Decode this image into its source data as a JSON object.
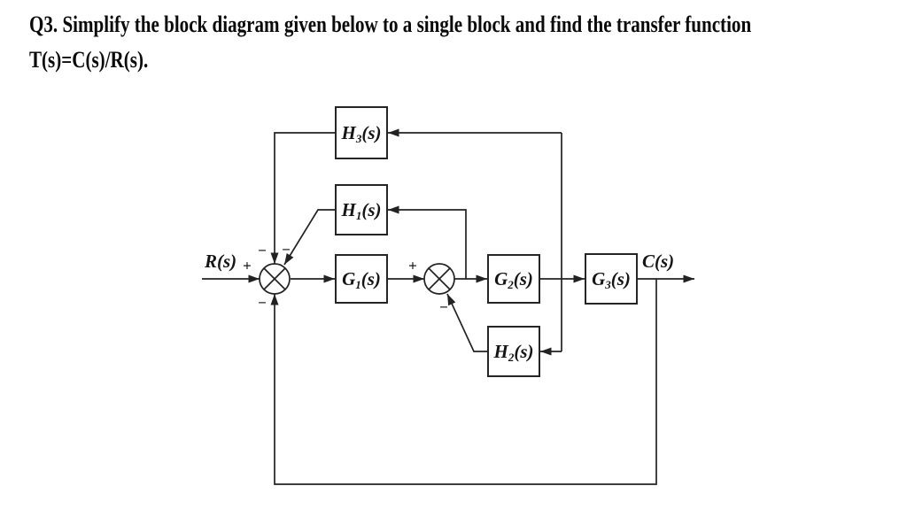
{
  "title": {
    "line1": "Q3. Simplify the block diagram given below to a single block and find the transfer function",
    "line2": "T(s)=C(s)/R(s)."
  },
  "diagram": {
    "input_label": "R(s)",
    "output_label": "C(s)",
    "blocks": {
      "h3": {
        "base": "H",
        "sub": "3",
        "suffix": "(s)"
      },
      "h1": {
        "base": "H",
        "sub": "1",
        "suffix": "(s)"
      },
      "g1": {
        "base": "G",
        "sub": "1",
        "suffix": "(s)"
      },
      "g2": {
        "base": "G",
        "sub": "2",
        "suffix": "(s)"
      },
      "g3": {
        "base": "G",
        "sub": "3",
        "suffix": "(s)"
      },
      "h2": {
        "base": "H",
        "sub": "2",
        "suffix": "(s)"
      }
    },
    "signs": {
      "sum1_input": "+",
      "sum1_top": "−",
      "sum1_h1": "−",
      "sum1_bottom": "−",
      "sum2_input": "+",
      "sum2_h2": "−"
    },
    "colors": {
      "line": "#222222",
      "text": "#151515",
      "background": "#ffffff"
    }
  }
}
